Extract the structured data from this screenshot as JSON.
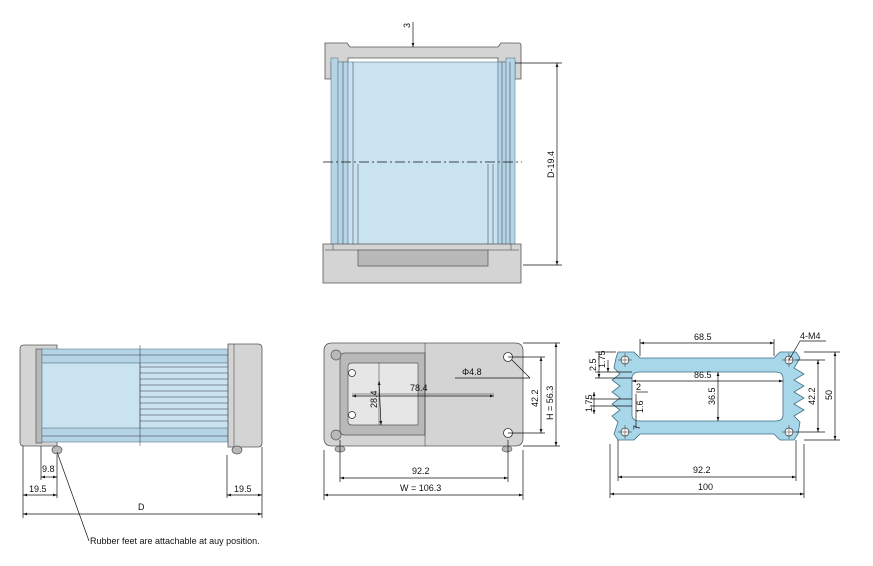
{
  "colors": {
    "panel_blue": "#c9e3f1",
    "rail_blue": "#b5d4e6",
    "profile_blue": "#a9d7ea",
    "endcap_grey": "#d4d4d4",
    "line": "#111111"
  },
  "top_view": {
    "dim_3": "3",
    "dim_depth": "D-19.4"
  },
  "side_view": {
    "dim_9_8": "9.8",
    "dim_19_5_left": "19.5",
    "dim_19_5_right": "19.5",
    "dim_D": "D",
    "note": "Rubber feet are attachable at auy position."
  },
  "end_view": {
    "dim_phi": "Φ4.8",
    "dim_78_4": "78.4",
    "dim_28_4": "28.4",
    "dim_42_2": "42.2",
    "dim_H": "H = 56.3",
    "dim_92_2": "92.2",
    "dim_W": "W = 106.3"
  },
  "profile_view": {
    "dim_68_5": "68.5",
    "dim_4M4": "4-M4",
    "dim_2_5": "2.5",
    "dim_1_75a": "1.75",
    "dim_86_5": "86.5",
    "dim_2": "2",
    "dim_1_75b": "1.75",
    "dim_1_6": "1.6",
    "dim_7": "7",
    "dim_36_5": "36.5",
    "dim_42_2": "42.2",
    "dim_50": "50",
    "dim_92_2": "92.2",
    "dim_100": "100"
  }
}
